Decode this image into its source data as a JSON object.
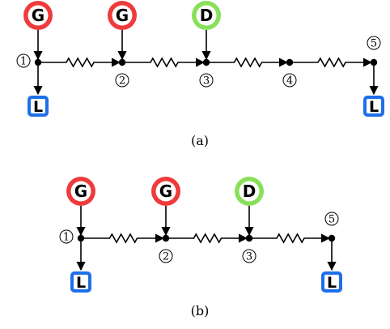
{
  "colors": {
    "generator": "#ef3b3b",
    "demand": "#88e05a",
    "load": "#1f6fe8",
    "line": "#000000"
  },
  "icons": {
    "generator": "circle-badge",
    "demand": "circle-badge",
    "load": "rounded-square-badge",
    "resistor": "zigzag",
    "arrow": "arrowhead"
  },
  "diagrams": [
    {
      "id": "a",
      "caption": "(a)",
      "nodes": [
        {
          "label": "1",
          "attachments": [
            {
              "type": "generator",
              "text": "G"
            },
            {
              "type": "load",
              "text": "L"
            }
          ]
        },
        {
          "label": "2",
          "attachments": [
            {
              "type": "generator",
              "text": "G"
            }
          ]
        },
        {
          "label": "3",
          "attachments": [
            {
              "type": "demand",
              "text": "D"
            }
          ]
        },
        {
          "label": "4",
          "attachments": []
        },
        {
          "label": "5",
          "attachments": [
            {
              "type": "load",
              "text": "L"
            }
          ]
        }
      ],
      "lines": [
        {
          "from": "1",
          "to": "2"
        },
        {
          "from": "2",
          "to": "3"
        },
        {
          "from": "3",
          "to": "4"
        },
        {
          "from": "4",
          "to": "5"
        }
      ]
    },
    {
      "id": "b",
      "caption": "(b)",
      "nodes": [
        {
          "label": "1",
          "attachments": [
            {
              "type": "generator",
              "text": "G"
            },
            {
              "type": "load",
              "text": "L"
            }
          ]
        },
        {
          "label": "2",
          "attachments": [
            {
              "type": "generator",
              "text": "G"
            }
          ]
        },
        {
          "label": "3",
          "attachments": [
            {
              "type": "demand",
              "text": "D"
            }
          ]
        },
        {
          "label": "5",
          "attachments": [
            {
              "type": "load",
              "text": "L"
            }
          ]
        }
      ],
      "lines": [
        {
          "from": "1",
          "to": "2"
        },
        {
          "from": "2",
          "to": "3"
        },
        {
          "from": "3",
          "to": "5"
        }
      ]
    }
  ]
}
